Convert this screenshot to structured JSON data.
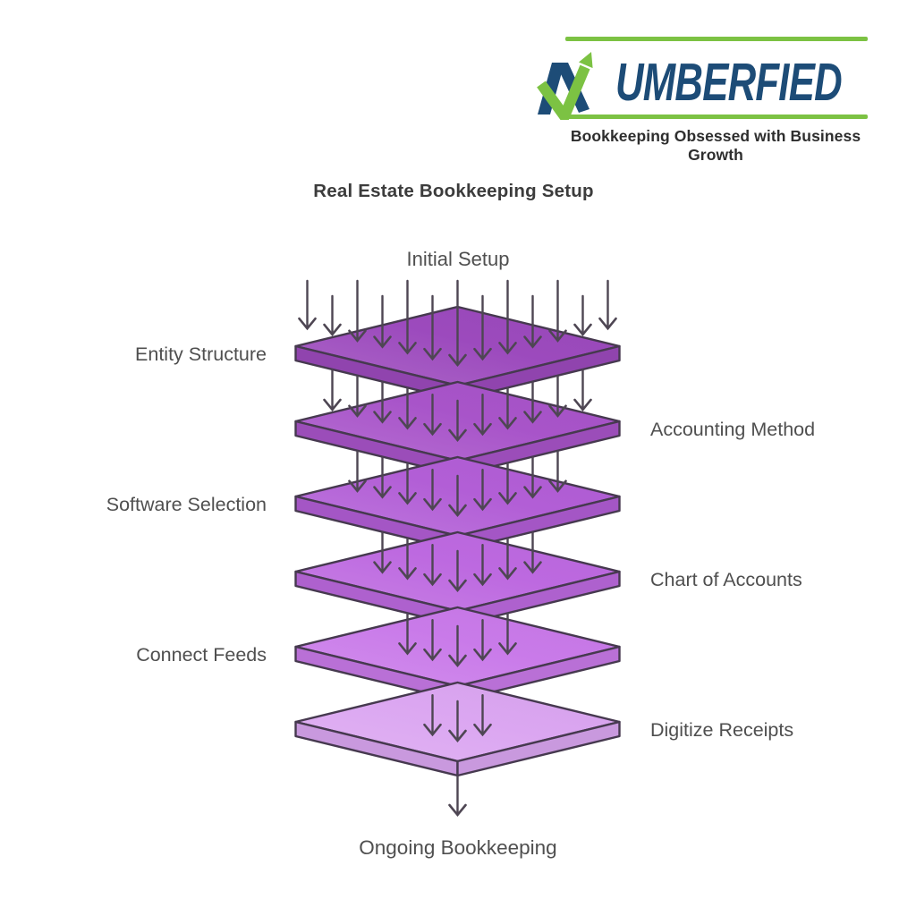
{
  "logo": {
    "brand": "NUMBERFIED",
    "wordmark_text": "UMBERFIED",
    "tagline": "Bookkeeping Obsessed with Business Growth",
    "colors": {
      "navy": "#1d4c77",
      "green": "#7cc243"
    }
  },
  "diagram": {
    "title": "Real Estate Bookkeeping Setup",
    "input_label": "Initial Setup",
    "output_label": "Ongoing Bookkeeping",
    "stroke_color": "#46394f",
    "arrow_color": "#4e4653",
    "text_color": "#4f4f4f",
    "layers": [
      {
        "label": "Entity Structure",
        "side": "left",
        "color": "#9c4abd"
      },
      {
        "label": "Accounting Method",
        "side": "right",
        "color": "#a854c9"
      },
      {
        "label": "Software Selection",
        "side": "left",
        "color": "#b25ed6"
      },
      {
        "label": "Chart of Accounts",
        "side": "right",
        "color": "#bd69e0"
      },
      {
        "label": "Connect Feeds",
        "side": "left",
        "color": "#c97ae9"
      },
      {
        "label": "Digitize Receipts",
        "side": "right",
        "color": "#dba6f1"
      }
    ],
    "arrow_counts_per_gap": [
      13,
      11,
      9,
      7,
      5,
      3,
      1
    ]
  }
}
